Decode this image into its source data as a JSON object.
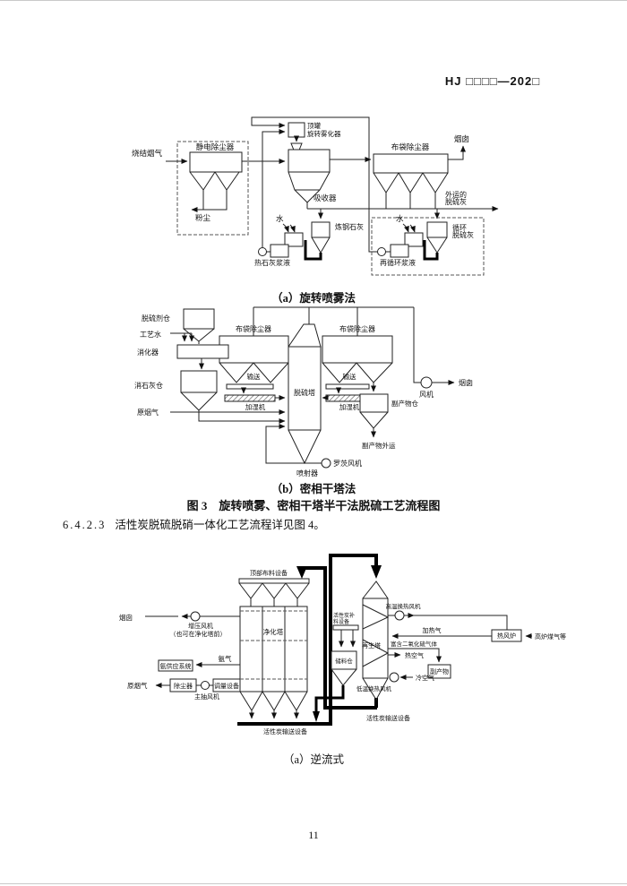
{
  "header": {
    "doc_code": "HJ □□□□—202□"
  },
  "fig3a": {
    "sinter_gas": "烧结烟气",
    "esp": "静电除尘器",
    "dust": "粉尘",
    "top_tank": "顶罐",
    "atomizer": "旋转雾化器",
    "absorber": "吸收器",
    "bag_filter": "布袋除尘器",
    "stack": "烟囱",
    "out_ash_line1": "外运的",
    "out_ash_line2": "脱硫灰",
    "water_left": "水",
    "water_right": "水",
    "steel_lime": "炼钢石灰",
    "hot_lime_slurry": "热石灰浆液",
    "recycle_ash_line1": "循环",
    "recycle_ash_line2": "脱硫灰",
    "recycle_slurry": "再循环浆液",
    "caption": "（a）旋转喷雾法"
  },
  "fig3b": {
    "agent_silo": "脱硫剂仓",
    "process_water": "工艺水",
    "digester": "消化器",
    "slaked_lime_silo": "消石灰仓",
    "raw_gas": "原烟气",
    "bag_filter_left": "布袋除尘器",
    "bag_filter_right": "布袋除尘器",
    "convey_left": "输送",
    "convey_right": "输送",
    "humidifier_left": "加湿机",
    "humidifier_right": "加湿机",
    "tower": "脱硫塔",
    "fan": "风机",
    "stack": "烟囱",
    "byproduct_silo": "副产物仓",
    "byproduct_out": "副产物外运",
    "roots_blower": "罗茨风机",
    "ejector": "喷射器",
    "caption": "（b）密相干塔法"
  },
  "fig3_caption": "图 3　旋转喷雾、密相干塔半干法脱硫工艺流程图",
  "clause": {
    "number": "6.4.2.3",
    "text": "活性炭脱硫脱硝一体化工艺流程详见图 4。"
  },
  "fig4a": {
    "stack": "烟囱",
    "booster_fan": "增压风机",
    "booster_note": "（也可在净化塔前）",
    "top_distributor": "顶部布料设备",
    "purify_tower": "净化塔",
    "ammonia_system": "氨供应系统",
    "ammonia_gas": "氨气",
    "raw_gas": "原烟气",
    "dust_remover": "除尘器",
    "main_fan": "主抽风机",
    "flow_adjuster": "调量设备",
    "carbon_conveyor_left": "活性炭输送设备",
    "carbon_feed_line1": "活性炭补",
    "carbon_feed_line2": "料设备",
    "storage_silo": "储料仓",
    "regen_tower": "再生塔",
    "ht_exchange_fan": "高温换热风机",
    "heating_gas": "加热气",
    "hot_blast_stove": "热风炉",
    "bf_gas": "高炉煤气等",
    "so2_rich_gas": "富含二氧化硫气体",
    "hot_air": "热空气",
    "cold_air": "冷空气",
    "lt_exchange_fan": "低温换热风机",
    "byproduct": "副产物",
    "carbon_conveyor_right": "活性炭输送设备",
    "caption": "（a）逆流式"
  },
  "page_number": "11"
}
